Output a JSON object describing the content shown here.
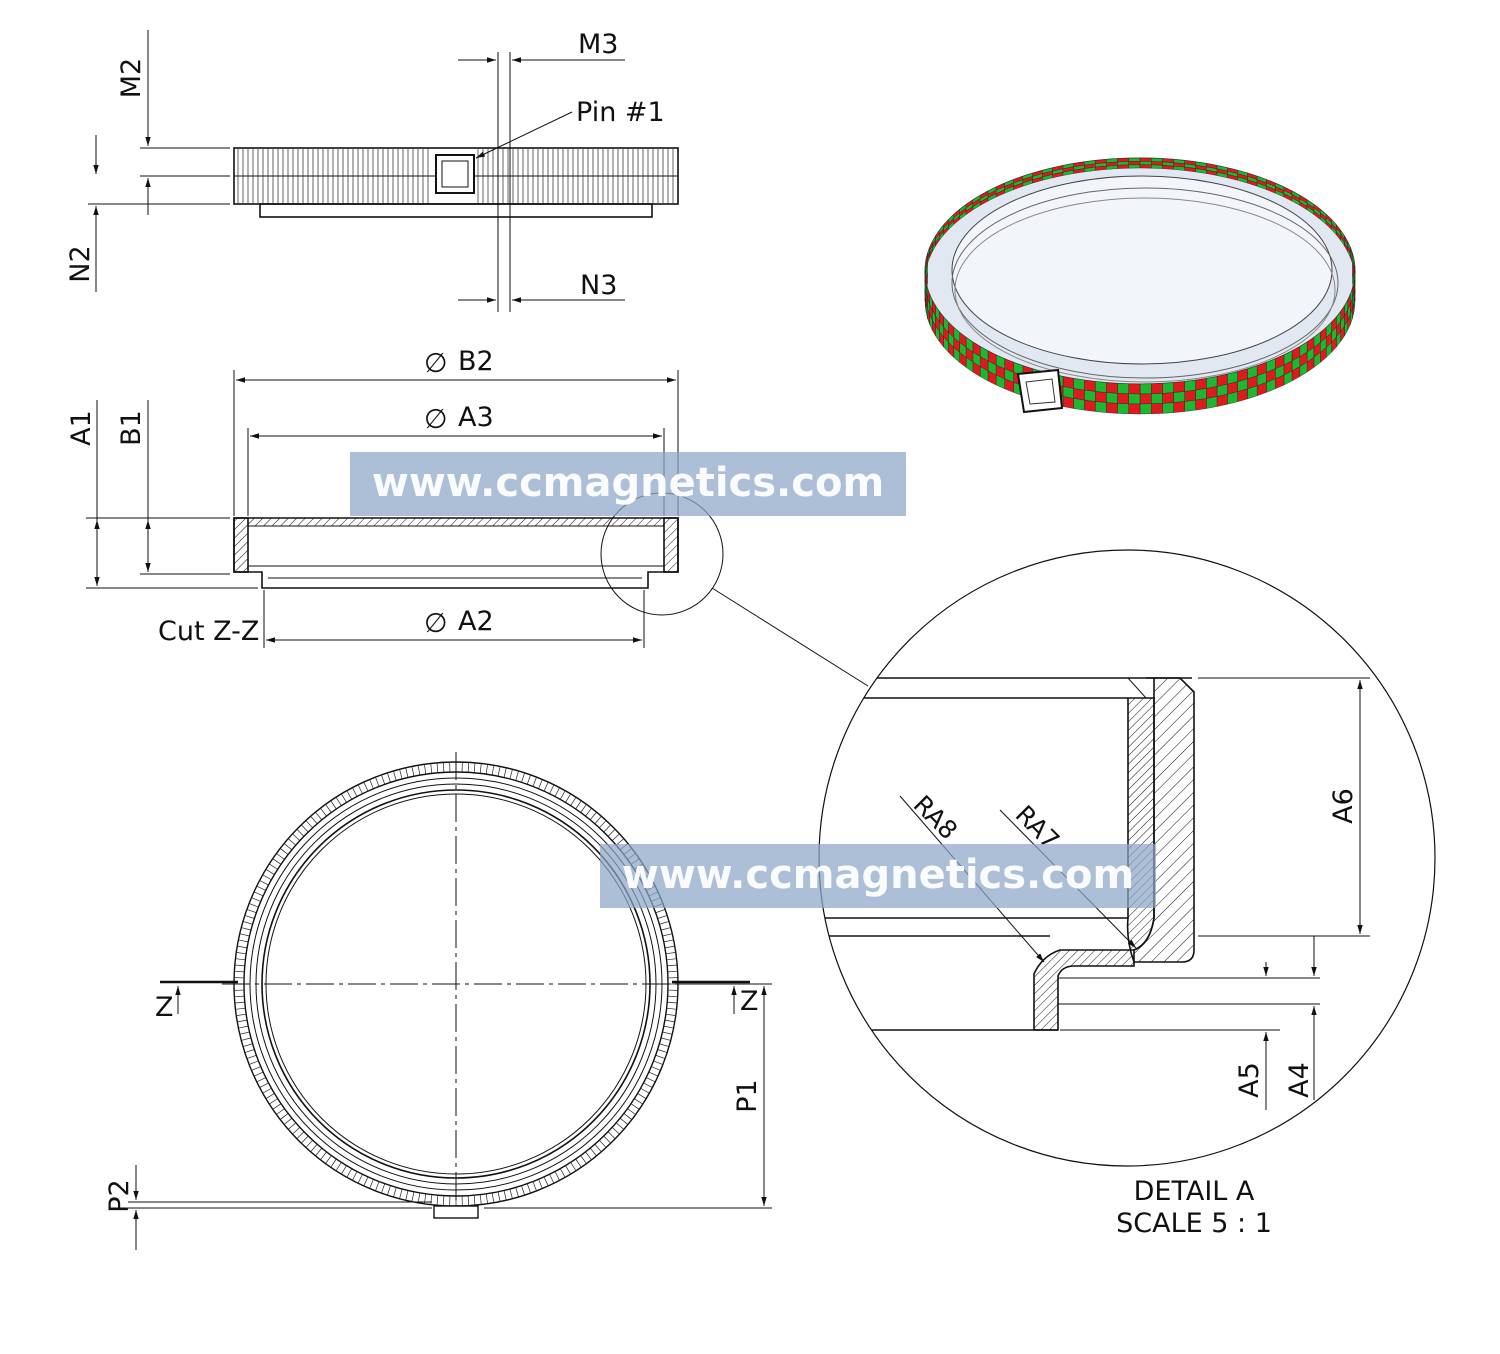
{
  "labels": {
    "m2": "M2",
    "m3": "M3",
    "n2": "N2",
    "n3": "N3",
    "pin": "Pin #1",
    "b2": "B2",
    "a3": "A3",
    "a2": "A2",
    "a1": "A1",
    "b1": "B1",
    "cut": "Cut Z-Z",
    "z_left": "Z",
    "z_right": "Z",
    "p1": "P1",
    "p2": "P2",
    "ra8": "RA8",
    "ra7": "RA7",
    "a6": "A6",
    "a5": "A5",
    "a4": "A4",
    "detail_title": "DETAIL A",
    "detail_scale": "SCALE 5 : 1"
  },
  "diameter_symbol": "∅",
  "watermark": {
    "text": "www.ccmagnetics.com",
    "color": "#8ea6c8"
  },
  "render_colors": {
    "red": "#e0191f",
    "green": "#1db82f",
    "metal": "#dfe6f2"
  }
}
